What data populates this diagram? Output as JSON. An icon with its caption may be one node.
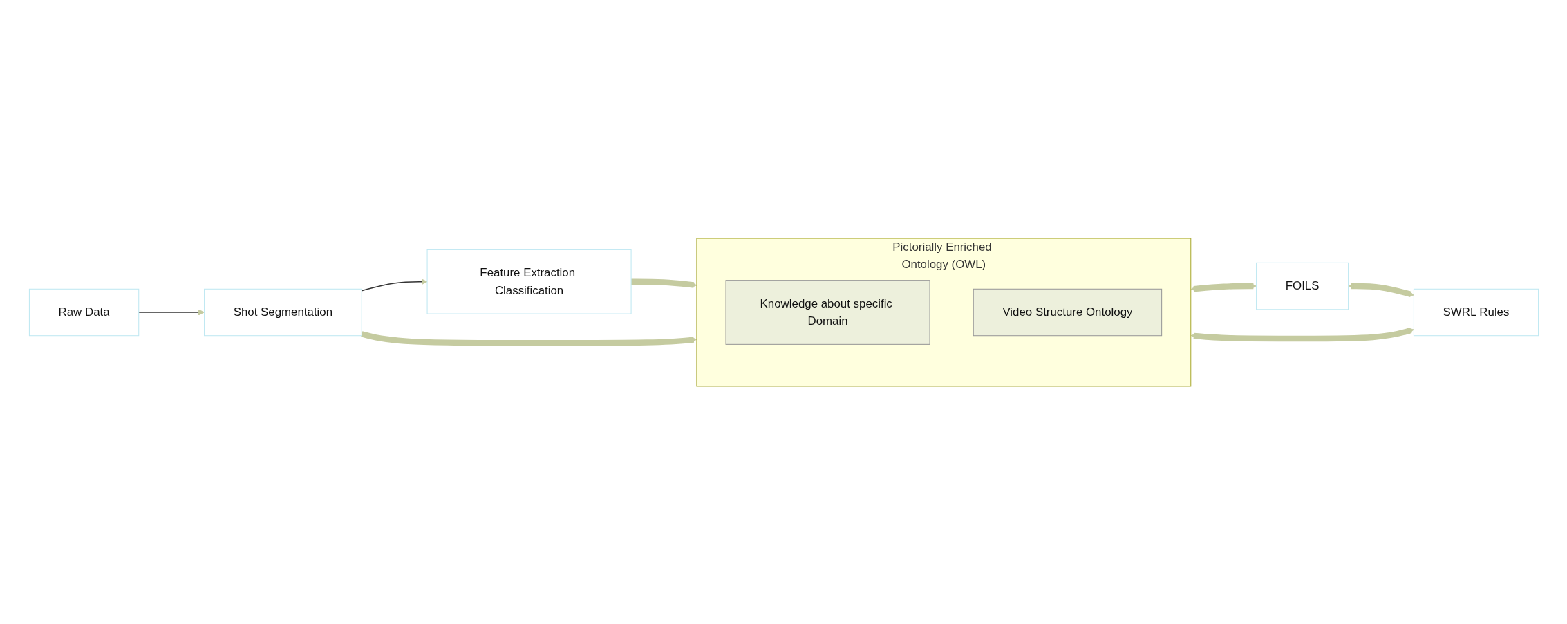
{
  "diagram": {
    "nodes": [
      {
        "text": [
          "Raw Data"
        ]
      },
      {
        "text": [
          "Shot Segmentation"
        ]
      },
      {
        "text": [
          "Feature Extraction Classification"
        ]
      },
      {
        "text": [
          "Pictorially Enriched Ontology (OWL)"
        ]
      },
      {
        "text": [
          "Knowledge about specific Domain"
        ],
        "in": 3
      },
      {
        "text": [
          "Video Structure Ontology"
        ],
        "in": 3
      },
      {
        "text": [
          "FOILS"
        ]
      },
      {
        "text": [
          "SWRL Rules"
        ]
      }
    ],
    "edges": [
      {
        "from": 0,
        "to": 1,
        "arrow": "to",
        "color": "#333333"
      },
      {
        "from": 1,
        "to": 2,
        "arrow": "to",
        "color": "#333333"
      },
      {
        "from": 2,
        "to": 3,
        "arrow": "to"
      },
      {
        "from": 1,
        "to": 3,
        "arrow": "to"
      },
      {
        "from": 3,
        "to": 6,
        "arrow": "both"
      },
      {
        "from": 3,
        "to": 7,
        "arrow": "both"
      },
      {
        "from": 6,
        "to": 7,
        "arrow": "both"
      }
    ]
  }
}
